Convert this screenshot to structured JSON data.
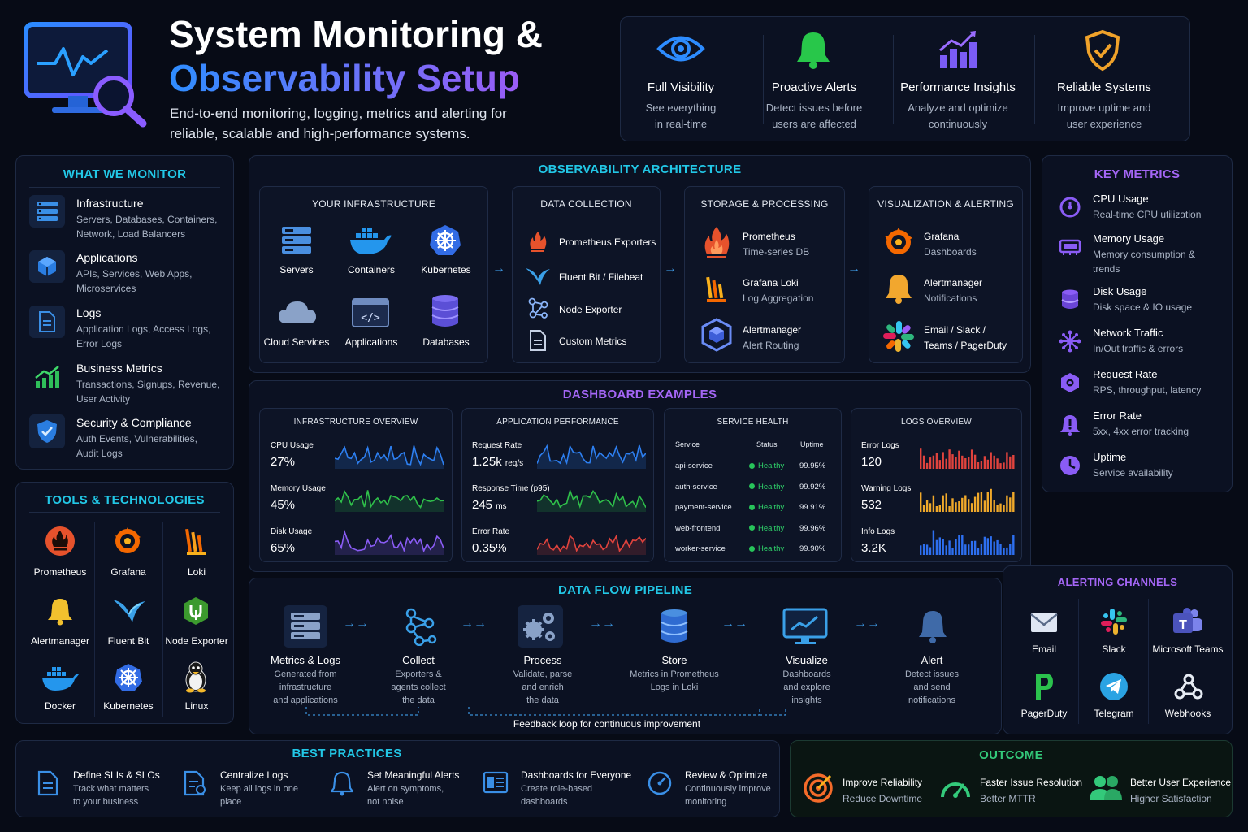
{
  "header": {
    "title_line1": "System Monitoring &",
    "title_line2": "Observability Setup",
    "subtitle_line1": "End-to-end monitoring, logging, metrics and alerting for",
    "subtitle_line2": "reliable, scalable and high-performance systems."
  },
  "benefits": [
    {
      "title": "Full Visibility",
      "line1": "See everything",
      "line2": "in real-time",
      "icon": "eye-icon"
    },
    {
      "title": "Proactive Alerts",
      "line1": "Detect issues before",
      "line2": "users are affected",
      "icon": "bell-icon"
    },
    {
      "title": "Performance Insights",
      "line1": "Analyze and optimize",
      "line2": "continuously",
      "icon": "bar-chart-icon"
    },
    {
      "title": "Reliable Systems",
      "line1": "Improve uptime and",
      "line2": "user experience",
      "icon": "shield-check-icon"
    }
  ],
  "monitor": {
    "title": "WHAT WE MONITOR",
    "items": [
      {
        "title": "Infrastructure",
        "line1": "Servers, Databases, Containers,",
        "line2": "Network, Load Balancers"
      },
      {
        "title": "Applications",
        "line1": "APIs, Services, Web Apps,",
        "line2": "Microservices"
      },
      {
        "title": "Logs",
        "line1": "Application Logs, Access Logs,",
        "line2": "Error Logs"
      },
      {
        "title": "Business Metrics",
        "line1": "Transactions, Signups, Revenue,",
        "line2": "User Activity"
      },
      {
        "title": "Security & Compliance",
        "line1": "Auth Events, Vulnerabilities,",
        "line2": "Audit Logs"
      }
    ]
  },
  "tools": {
    "title": "TOOLS & TECHNOLOGIES",
    "items": [
      "Prometheus",
      "Grafana",
      "Loki",
      "Alertmanager",
      "Fluent Bit",
      "Node Exporter",
      "Docker",
      "Kubernetes",
      "Linux"
    ]
  },
  "architecture": {
    "title": "OBSERVABILITY ARCHITECTURE",
    "infra": {
      "title": "YOUR INFRASTRUCTURE",
      "items": [
        "Servers",
        "Containers",
        "Kubernetes",
        "Cloud Services",
        "Applications",
        "Databases"
      ]
    },
    "collection": {
      "title": "DATA COLLECTION",
      "items": [
        "Prometheus Exporters",
        "Fluent Bit / Filebeat",
        "Node Exporter",
        "Custom Metrics"
      ]
    },
    "storage": {
      "title": "STORAGE & PROCESSING",
      "items": [
        {
          "name": "Prometheus",
          "desc": "Time-series DB"
        },
        {
          "name": "Grafana Loki",
          "desc": "Log Aggregation"
        },
        {
          "name": "Alertmanager",
          "desc": "Alert Routing"
        }
      ]
    },
    "viz": {
      "title": "VISUALIZATION & ALERTING",
      "items": [
        {
          "name": "Grafana",
          "desc": "Dashboards"
        },
        {
          "name": "Alertmanager",
          "desc": "Notifications"
        },
        {
          "name": "Email / Slack /",
          "desc": "Teams / PagerDuty"
        }
      ]
    }
  },
  "dashboards": {
    "title": "DASHBOARD EXAMPLES",
    "infra": {
      "title": "INFRASTRUCTURE OVERVIEW",
      "metrics": [
        {
          "label": "CPU Usage",
          "value": "27%"
        },
        {
          "label": "Memory Usage",
          "value": "45%"
        },
        {
          "label": "Disk Usage",
          "value": "65%"
        }
      ]
    },
    "app": {
      "title": "APPLICATION PERFORMANCE",
      "metrics": [
        {
          "label": "Request Rate",
          "value": "1.25k",
          "unit": "req/s"
        },
        {
          "label": "Response Time (p95)",
          "value": "245",
          "unit": "ms"
        },
        {
          "label": "Error Rate",
          "value": "0.35%",
          "unit": ""
        }
      ]
    },
    "health": {
      "title": "SERVICE HEALTH",
      "headers": [
        "Service",
        "Status",
        "Uptime"
      ],
      "rows": [
        {
          "service": "api-service",
          "status": "Healthy",
          "uptime": "99.95%"
        },
        {
          "service": "auth-service",
          "status": "Healthy",
          "uptime": "99.92%"
        },
        {
          "service": "payment-service",
          "status": "Healthy",
          "uptime": "99.91%"
        },
        {
          "service": "web-frontend",
          "status": "Healthy",
          "uptime": "99.96%"
        },
        {
          "service": "worker-service",
          "status": "Healthy",
          "uptime": "99.90%"
        }
      ]
    },
    "logs": {
      "title": "LOGS OVERVIEW",
      "metrics": [
        {
          "label": "Error Logs",
          "value": "120"
        },
        {
          "label": "Warning Logs",
          "value": "532"
        },
        {
          "label": "Info Logs",
          "value": "3.2K"
        }
      ]
    }
  },
  "pipeline": {
    "title": "DATA FLOW PIPELINE",
    "steps": [
      {
        "title": "Metrics & Logs",
        "l1": "Generated from",
        "l2": "infrastructure",
        "l3": "and applications"
      },
      {
        "title": "Collect",
        "l1": "Exporters &",
        "l2": "agents collect",
        "l3": "the data"
      },
      {
        "title": "Process",
        "l1": "Validate, parse",
        "l2": "and enrich",
        "l3": "the data"
      },
      {
        "title": "Store",
        "l1": "Metrics in Prometheus",
        "l2": "Logs in Loki",
        "l3": ""
      },
      {
        "title": "Visualize",
        "l1": "Dashboards",
        "l2": "and explore",
        "l3": "insights"
      },
      {
        "title": "Alert",
        "l1": "Detect issues",
        "l2": "and send",
        "l3": "notifications"
      }
    ],
    "feedback": "Feedback loop for continuous improvement"
  },
  "key_metrics": {
    "title": "KEY METRICS",
    "items": [
      {
        "title": "CPU Usage",
        "l1": "Real-time CPU utilization",
        "l2": ""
      },
      {
        "title": "Memory Usage",
        "l1": "Memory consumption &",
        "l2": "trends"
      },
      {
        "title": "Disk Usage",
        "l1": "Disk space & IO usage",
        "l2": ""
      },
      {
        "title": "Network Traffic",
        "l1": "In/Out traffic & errors",
        "l2": ""
      },
      {
        "title": "Request Rate",
        "l1": "RPS, throughput, latency",
        "l2": ""
      },
      {
        "title": "Error Rate",
        "l1": "5xx, 4xx error tracking",
        "l2": ""
      },
      {
        "title": "Uptime",
        "l1": "Service availability",
        "l2": ""
      }
    ]
  },
  "alerting": {
    "title": "ALERTING CHANNELS",
    "items": [
      "Email",
      "Slack",
      "Microsoft Teams",
      "PagerDuty",
      "Telegram",
      "Webhooks"
    ]
  },
  "best_practices": {
    "title": "BEST PRACTICES",
    "items": [
      {
        "title": "Define SLIs & SLOs",
        "l1": "Track what matters",
        "l2": "to your business"
      },
      {
        "title": "Centralize Logs",
        "l1": "Keep all logs in one",
        "l2": "place"
      },
      {
        "title": "Set Meaningful Alerts",
        "l1": "Alert on symptoms,",
        "l2": "not noise"
      },
      {
        "title": "Dashboards for Everyone",
        "l1": "Create role-based",
        "l2": "dashboards"
      },
      {
        "title": "Review & Optimize",
        "l1": "Continuously improve",
        "l2": "monitoring"
      }
    ]
  },
  "outcome": {
    "title": "OUTCOME",
    "items": [
      {
        "title": "Improve Reliability",
        "l1": "Reduce Downtime"
      },
      {
        "title": "Faster Issue Resolution",
        "l1": "Better MTTR"
      },
      {
        "title": "Better User Experience",
        "l1": "Higher Satisfaction"
      }
    ]
  },
  "colors": {
    "cyan": "#22c7e6",
    "purple": "#a466f5",
    "green": "#33c97a",
    "background": "#070b16"
  }
}
